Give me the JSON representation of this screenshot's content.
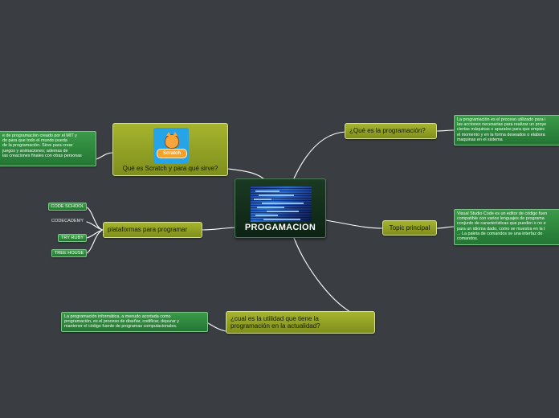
{
  "central": {
    "title": "PROGAMACION",
    "image": "code-screenshot-image"
  },
  "topics": {
    "scratch": {
      "label": "Qué es Scratch y para qué sirve?",
      "image_logo_text": "Scratch"
    },
    "que_es": {
      "label": "¿Qué es la programación?"
    },
    "topic_principal": {
      "label": "Topic principal"
    },
    "plataformas": {
      "label": "plataformas para programar"
    },
    "utilidad": {
      "line1": "¿cual es la utilidad que tiene la",
      "line2": "programación en la actualidad?"
    }
  },
  "notes": {
    "scratch": [
      "e de programación creado por el MIT y",
      "do para que todo el mundo pueda",
      "de la programación. Sirve para crear",
      "juegos y animaciones; ademas de",
      "las creaciones finales con otras personas"
    ],
    "que_es": [
      "La programación es el proceso utilizado para i",
      "las acciones necesarias para realizar un proye",
      "ciertas máquinas o aparatos para que empiec",
      "el momento y en la forma deseados o elabora",
      "maquinas en el sistema"
    ],
    "topic_principal": [
      "Visual Studio Code es un editor de código fuen",
      "compatible con varios lenguajes de programa",
      "conjunto de características que pueden o no e",
      "para un idioma dado, como se muestra en la t",
      "... La paleta de comandos se una interfaz de",
      "comandos."
    ],
    "utilidad": [
      "La programación informática, a menudo acortada como",
      "programación, es el proceso de diseñar, codificar, depurar y",
      "mantener el código fuente de programas computacionales."
    ]
  },
  "platforms": [
    "CODE SCHOOL",
    "CODECADEMY",
    "TRY RUBY",
    "TREE HOUSE"
  ],
  "colors": {
    "background": "#3a3e42",
    "topic": "#98a828",
    "note": "#2f8a3e",
    "central": "#153020",
    "link": "#ffffff"
  }
}
